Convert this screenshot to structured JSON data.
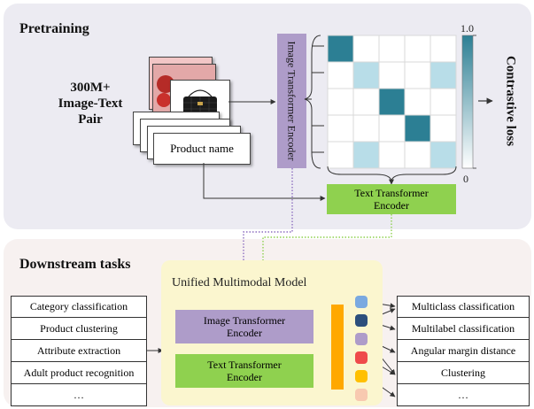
{
  "pretraining": {
    "title": "Pretraining",
    "data_source": [
      "300M+",
      "Image-Text",
      "Pair"
    ],
    "product_name": "Product name",
    "image_encoder": "Image Transformer Encoder",
    "text_encoder": [
      "Text Transformer",
      "Encoder"
    ],
    "loss_label": "Contrastive loss",
    "colorbar_max": "1.0",
    "colorbar_min": "0"
  },
  "downstream": {
    "title": "Downstream tasks",
    "model_title": "Unified Multimodal Model",
    "image_encoder": [
      "Image Transformer",
      "Encoder"
    ],
    "text_encoder": [
      "Text Transformer",
      "Encoder"
    ],
    "tasks": [
      "Category classification",
      "Product clustering",
      "Attribute extraction",
      "Adult product recognition",
      "…"
    ],
    "heads": [
      "Multiclass classification",
      "Multilabel classification",
      "Angular margin distance",
      "Clustering",
      "…"
    ]
  },
  "colors": {
    "purple": "#ae9cc9",
    "green": "#8fd14f",
    "teal": "#2c7f94",
    "light_teal": "#b8dde8",
    "orange": "#ffa800",
    "yellow_panel": "#fbf6cf"
  },
  "similarity_matrix": [
    [
      1,
      0,
      0,
      0,
      0
    ],
    [
      0,
      0.3,
      0,
      0,
      0.3
    ],
    [
      0,
      0,
      1,
      0,
      0
    ],
    [
      0,
      0,
      0,
      1,
      0
    ],
    [
      0,
      0.3,
      0,
      0,
      0.3
    ]
  ],
  "embedding_dots": [
    "#7aa9e0",
    "#2c4f7c",
    "#ae9cc9",
    "#ef4b4b",
    "#ffc000",
    "#f8c9b0"
  ]
}
